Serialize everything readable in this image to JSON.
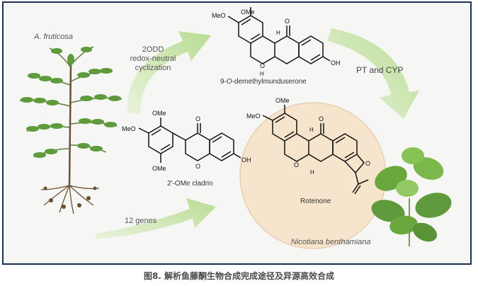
{
  "figure": {
    "caption": "图8. 解析鱼藤酮生物合成完成途径及异源高效合成"
  },
  "organisms": {
    "source_plant": "A. fruticosa",
    "host_plant": "Nicotiana benthamiana"
  },
  "steps": {
    "genes": "12 genes",
    "oxidase_line1": "2ODD",
    "oxidase_line2": "redox-neutral",
    "oxidase_line3": "cyclization",
    "pt_cyp": "PT and CYP"
  },
  "compounds": {
    "precursor": "2'-OMe cladrin",
    "intermediate_prefix": "9-",
    "intermediate_italic": "O",
    "intermediate_suffix": "-demethylmunduserone",
    "product": "Rotenone"
  },
  "atom_labels": {
    "methoxy": "MeO",
    "methoxy_rev": "OMe",
    "hydroxyl": "OH",
    "oxygen": "O",
    "hydrogen": "H"
  },
  "colors": {
    "frame": "#1d2f52",
    "arrow_green": "#cfe6b3",
    "rotenone_circle": "#f6e3cc",
    "leaf_green": "#5f9a3c"
  }
}
